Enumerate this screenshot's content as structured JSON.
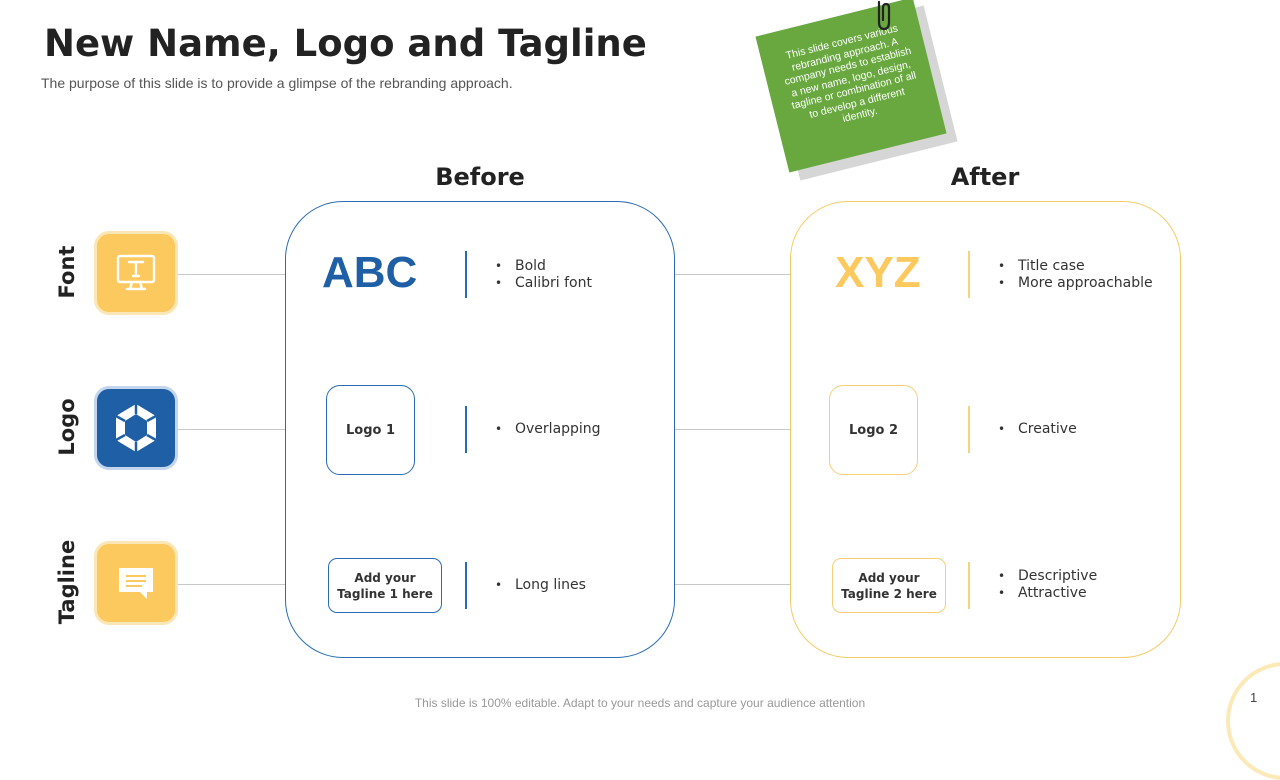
{
  "header": {
    "title": "New Name, Logo and Tagline",
    "subtitle": "The purpose of this slide is to provide  a glimpse of the rebranding approach."
  },
  "sticky_note": {
    "text": "This slide covers various rebranding approach. A company needs to establish a new name, logo, design, tagline or combination of all to develop a different identity.",
    "color": "#68a83f"
  },
  "columns": {
    "before": "Before",
    "after": "After"
  },
  "rows": {
    "font": {
      "label": "Font",
      "icon": "monitor-text-icon"
    },
    "logo": {
      "label": "Logo",
      "icon": "hexagon-logo-icon"
    },
    "tagline": {
      "label": "Tagline",
      "icon": "chat-bubble-icon"
    }
  },
  "before": {
    "font_sample": "ABC",
    "font_bullets": [
      "Bold",
      "Calibri font"
    ],
    "logo_box": "Logo 1",
    "logo_bullets": [
      "Overlapping"
    ],
    "tagline_box_line1": "Add your",
    "tagline_box_line2": "Tagline 1 here",
    "tagline_bullets": [
      "Long lines"
    ]
  },
  "after": {
    "font_sample": "XYZ",
    "font_bullets": [
      "Title case",
      "More approachable"
    ],
    "logo_box": "Logo 2",
    "logo_bullets": [
      "Creative"
    ],
    "tagline_box_line1": "Add your",
    "tagline_box_line2": "Tagline 2 here",
    "tagline_bullets": [
      "Descriptive",
      "Attractive"
    ]
  },
  "colors": {
    "before_accent": "#1f5fa5",
    "after_accent": "#fbc95e"
  },
  "footer": {
    "text": "This slide is 100% editable. Adapt to your needs and capture your audience attention",
    "page_number": "1"
  }
}
